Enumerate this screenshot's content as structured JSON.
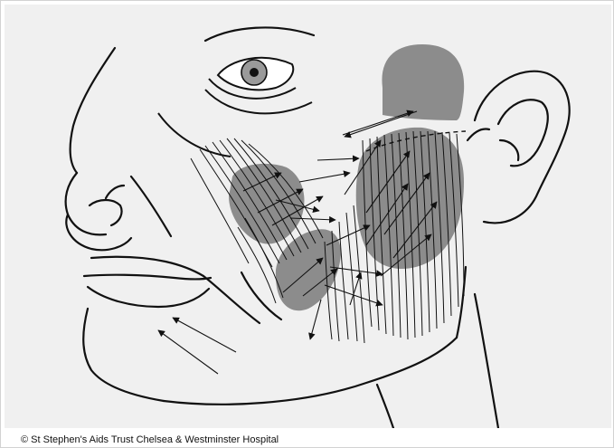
{
  "figure": {
    "subject": "face-lateral-view-fat-injection-diagram",
    "background_color": "#f0f0f0",
    "shaded_region_color": "#8c8c8c",
    "line_color": "#111111",
    "regions": [
      {
        "name": "temporal-fossa",
        "shading": "solid-grey"
      },
      {
        "name": "malar-cheek",
        "shading": "solid-grey"
      },
      {
        "name": "buccal-region",
        "shading": "solid-grey"
      },
      {
        "name": "pre-auricular-masseter",
        "shading": "solid-grey"
      }
    ],
    "icons": [
      "copyright-symbol"
    ]
  },
  "footer": {
    "copyright_text": "© St Stephen's Aids Trust Chelsea & Westminster Hospital"
  }
}
